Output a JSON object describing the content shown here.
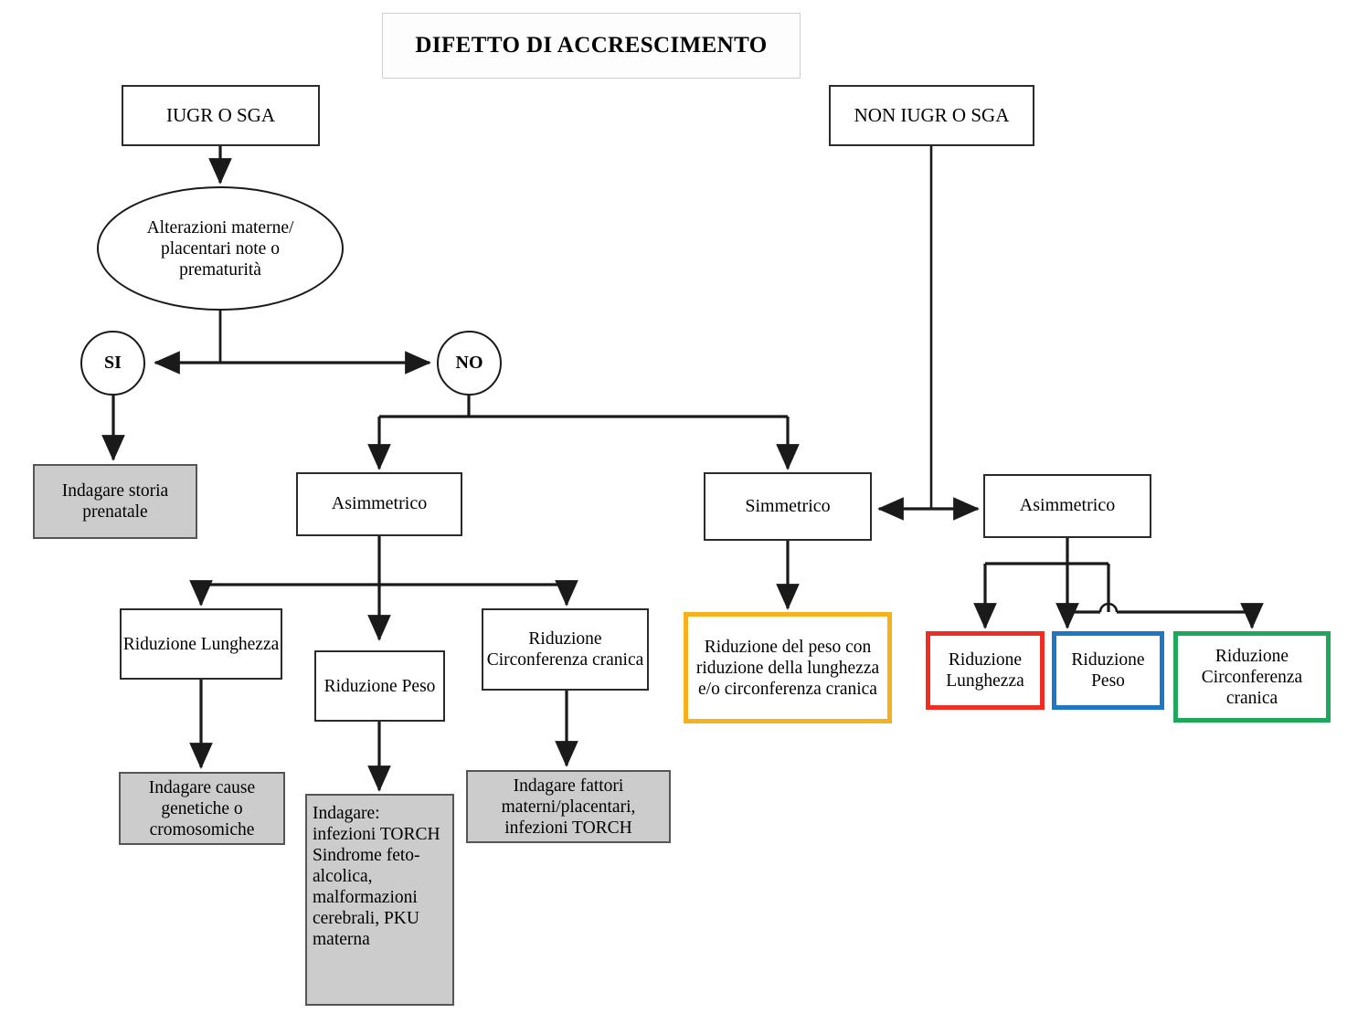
{
  "title": {
    "text": "DIFETTO DI ACCRESCIMENTO"
  },
  "colors": {
    "grey_fill": "#cccccc",
    "box_stroke": "#2b2b2b",
    "orange": "#F5B21B",
    "red": "#EE2E24",
    "blue": "#1F77C4",
    "green": "#1FA85C",
    "line": "#1a1a1a"
  },
  "nodes": {
    "iugr": {
      "label": "IUGR O SGA"
    },
    "non_iugr": {
      "label": "NON IUGR O SGA"
    },
    "alterazioni": {
      "label": "Alterazioni materne/ placentari note o prematurità"
    },
    "si": {
      "label": "SI"
    },
    "no": {
      "label": "NO"
    },
    "indagare_storia": {
      "label": "Indagare storia prenatale"
    },
    "asimmetrico_left": {
      "label": "Asimmetrico"
    },
    "simmetrico": {
      "label": "Simmetrico"
    },
    "asimmetrico_right": {
      "label": "Asimmetrico"
    },
    "rid_lunghezza_l": {
      "label": "Riduzione Lunghezza"
    },
    "rid_peso_l": {
      "label": "Riduzione Peso"
    },
    "rid_circ_l": {
      "label": "Riduzione Circonferenza cranica"
    },
    "indagare_genetiche": {
      "label": "Indagare cause genetiche o cromosomiche"
    },
    "indagare_infezioni": {
      "label": "Indagare: infezioni TORCH Sindrome feto-alcolica, malformazioni cerebrali, PKU materna"
    },
    "indagare_fattori": {
      "label": "Indagare fattori materni/placentari, infezioni TORCH"
    },
    "rid_peso_simm": {
      "label": "Riduzione del peso con riduzione della lunghezza e/o circonferenza cranica"
    },
    "rid_lunghezza_r": {
      "label": "Riduzione Lunghezza"
    },
    "rid_peso_r": {
      "label": "Riduzione Peso"
    },
    "rid_circ_r": {
      "label": "Riduzione Circonferenza cranica"
    }
  },
  "diagram": {
    "type": "flowchart",
    "edges": [
      {
        "from": "iugr",
        "to": "alterazioni"
      },
      {
        "from": "alterazioni",
        "to": "si"
      },
      {
        "from": "alterazioni",
        "to": "no"
      },
      {
        "from": "si",
        "to": "indagare_storia"
      },
      {
        "from": "no",
        "to": "asimmetrico_left"
      },
      {
        "from": "no",
        "to": "simmetrico"
      },
      {
        "from": "non_iugr",
        "to": "simmetrico"
      },
      {
        "from": "non_iugr",
        "to": "asimmetrico_right"
      },
      {
        "from": "asimmetrico_left",
        "to": "rid_lunghezza_l"
      },
      {
        "from": "asimmetrico_left",
        "to": "rid_peso_l"
      },
      {
        "from": "asimmetrico_left",
        "to": "rid_circ_l"
      },
      {
        "from": "rid_lunghezza_l",
        "to": "indagare_genetiche"
      },
      {
        "from": "rid_peso_l",
        "to": "indagare_infezioni"
      },
      {
        "from": "rid_circ_l",
        "to": "indagare_fattori"
      },
      {
        "from": "simmetrico",
        "to": "rid_peso_simm"
      },
      {
        "from": "asimmetrico_right",
        "to": "rid_lunghezza_r"
      },
      {
        "from": "asimmetrico_right",
        "to": "rid_peso_r"
      },
      {
        "from": "asimmetrico_right",
        "to": "rid_circ_r"
      }
    ]
  }
}
